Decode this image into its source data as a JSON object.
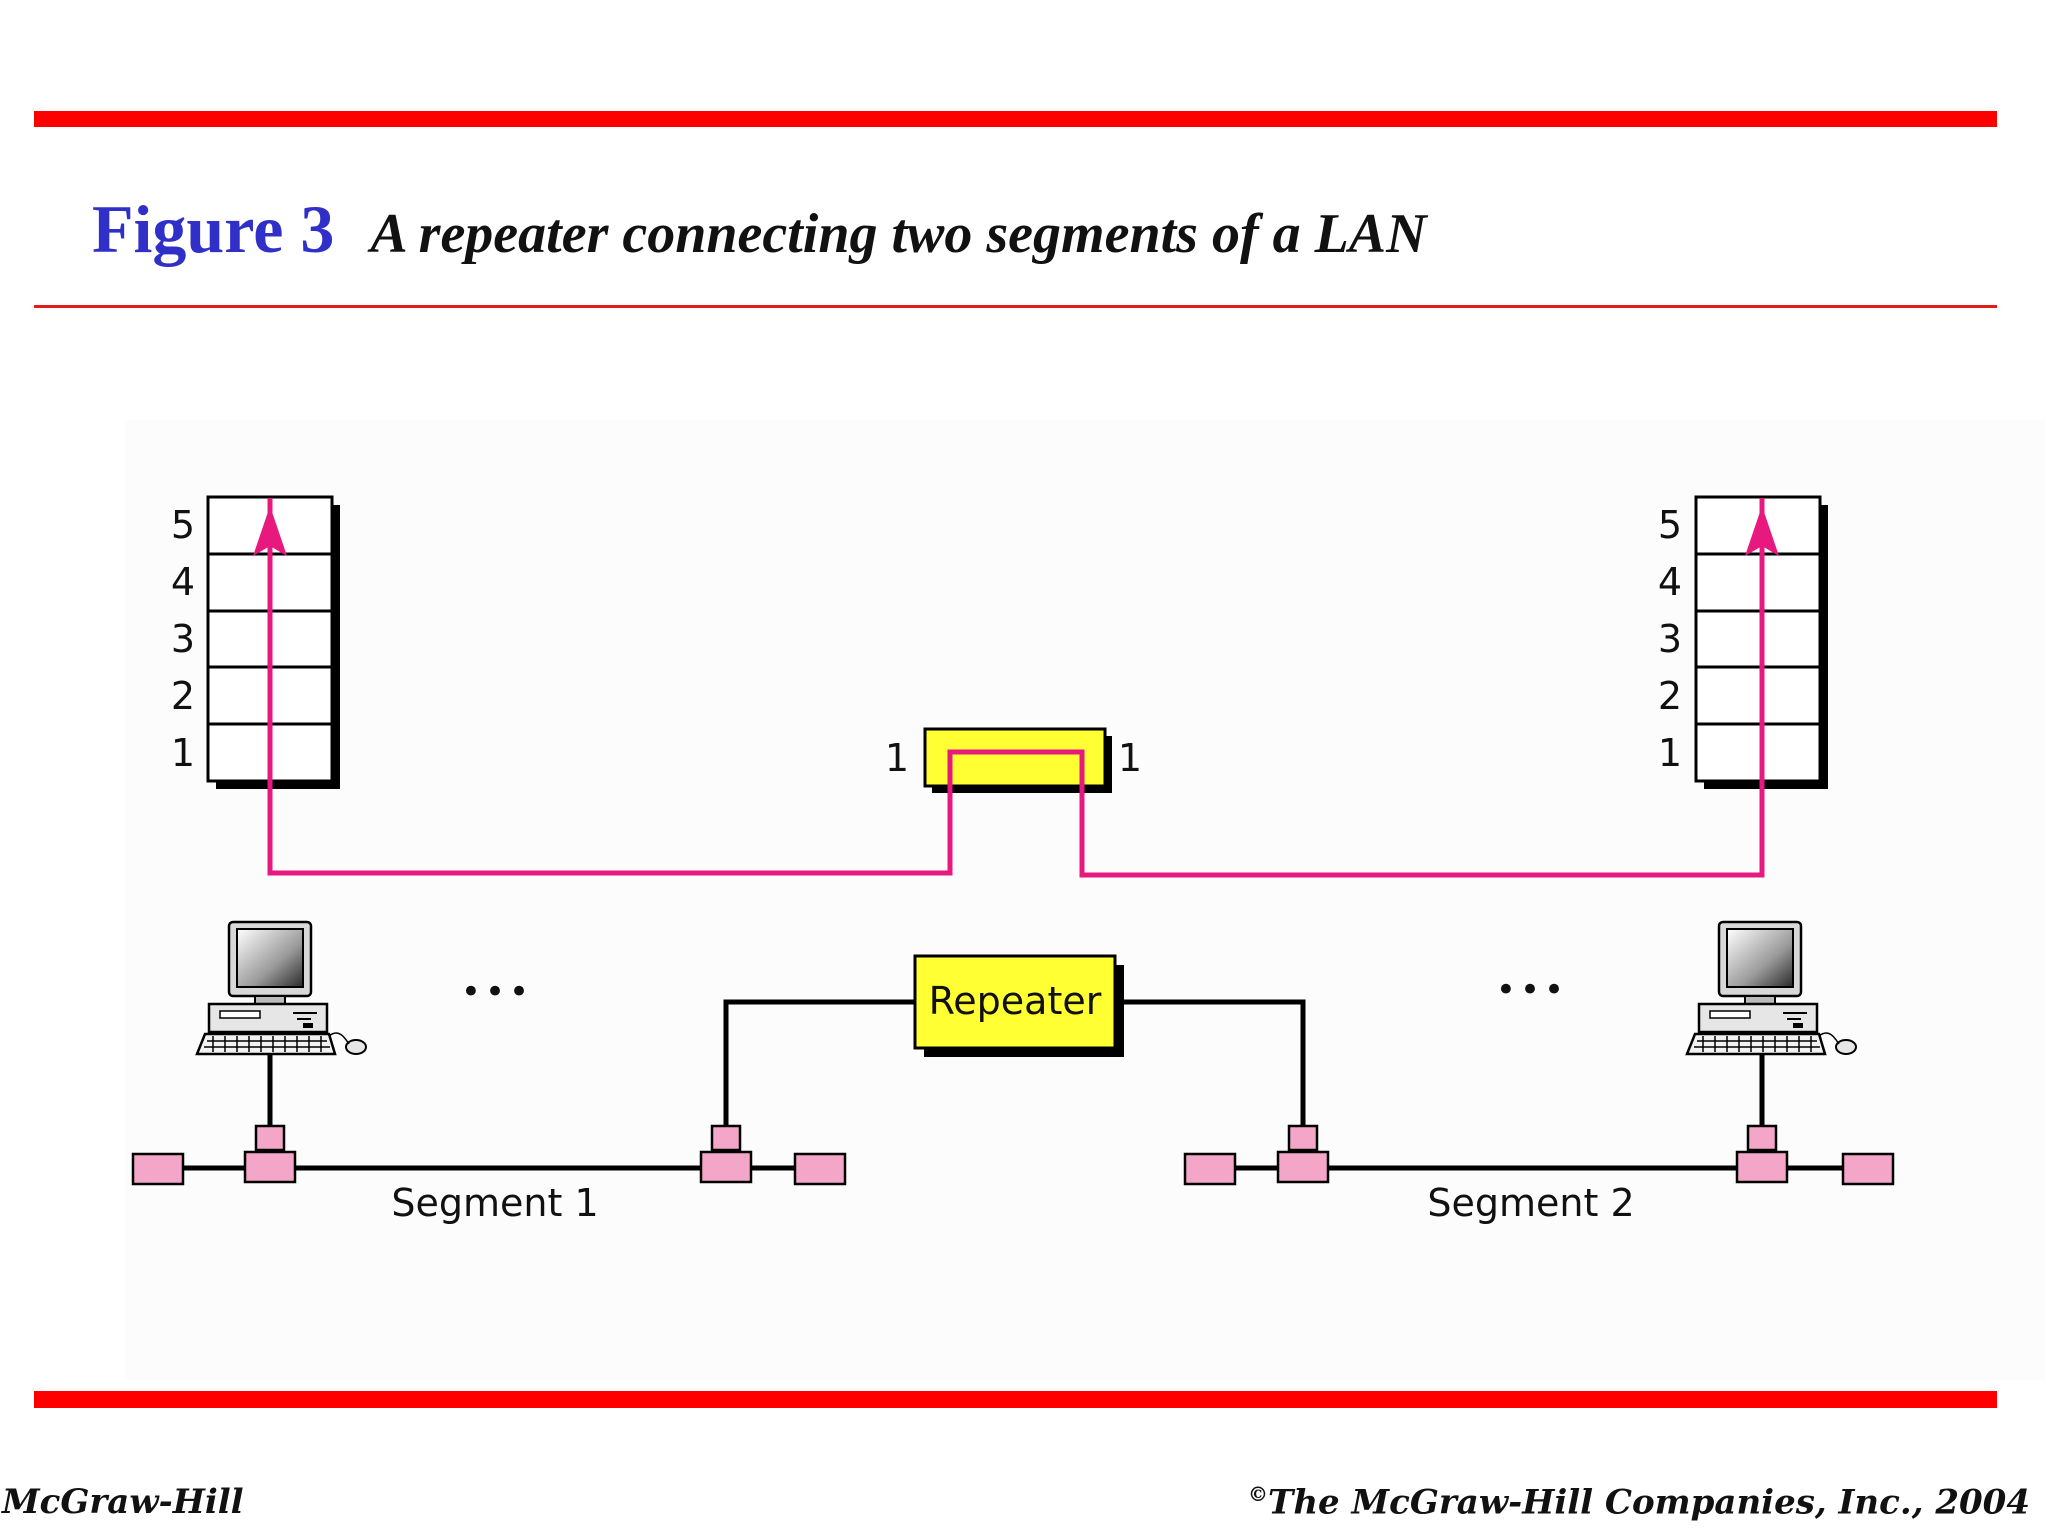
{
  "slide": {
    "figure_number": "Figure 3",
    "figure_caption": "A repeater connecting two segments of a LAN"
  },
  "diagram": {
    "left_stack": {
      "layers": [
        "5",
        "4",
        "3",
        "2",
        "1"
      ]
    },
    "right_stack": {
      "layers": [
        "5",
        "4",
        "3",
        "2",
        "1"
      ]
    },
    "repeater_layer_left": "1",
    "repeater_layer_right": "1",
    "repeater_label": "Repeater",
    "ellipsis": "•••",
    "segment1_label": "Segment 1",
    "segment2_label": "Segment 2"
  },
  "footer": {
    "publisher": "McGraw-Hill",
    "copyright_symbol": "©",
    "copyright_text": "The McGraw-Hill Companies, Inc., 2004"
  },
  "colors": {
    "rule_red": "#ff0000",
    "title_blue": "#3030c8",
    "path_magenta": "#e8197e",
    "repeater_yellow": "#ffff33",
    "tap_pink": "#f4a6c9"
  },
  "icons": [
    "computer-icon",
    "computer-icon"
  ]
}
